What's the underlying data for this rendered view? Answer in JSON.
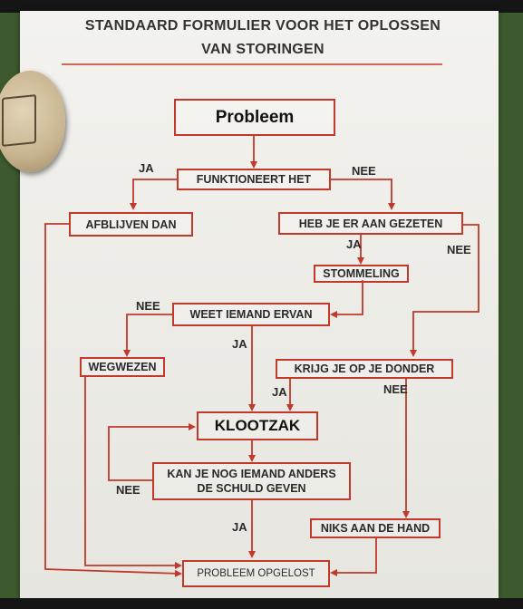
{
  "title_line1": "STANDAARD FORMULIER VOOR HET OPLOSSEN",
  "title_line2": "VAN STORINGEN",
  "nodes": {
    "probleem": "Probleem",
    "functioneert": "FUNKTIONEERT HET",
    "afblijven": "AFBLIJVEN DAN",
    "gezeten": "HEB JE ER AAN GEZETEN",
    "stommeling": "STOMMELING",
    "weet_iemand": "WEET IEMAND ERVAN",
    "wegwezen": "WEGWEZEN",
    "donder": "KRIJG JE OP JE DONDER",
    "klootzak": "KLOOTZAK",
    "schuld_line1": "KAN JE NOG IEMAND ANDERS",
    "schuld_line2": "DE SCHULD GEVEN",
    "niks": "NIKS AAN DE HAND",
    "opgelost": "PROBLEEM OPGELOST"
  },
  "labels": {
    "ja": "JA",
    "nee": "NEE"
  },
  "colors": {
    "line": "#c0392b",
    "paper": "#efeeea",
    "background": "#3d5a2e"
  },
  "decoration": {
    "pin": "cork-pushpin"
  }
}
